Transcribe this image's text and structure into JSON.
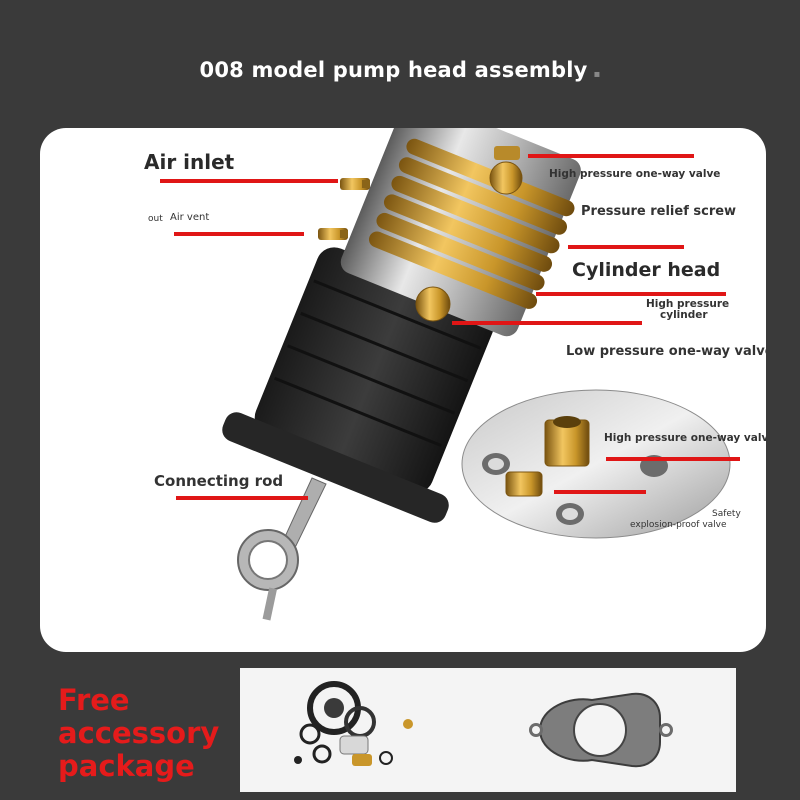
{
  "title": "008 model pump head assembly",
  "labels": {
    "air_inlet": "Air inlet",
    "out_prefix": "out",
    "air_vent": "Air vent",
    "hp_valve_top": "High pressure one-way valve",
    "relief_screw": "Pressure relief screw",
    "cylinder_head": "Cylinder head",
    "hp_cylinder_1": "High pressure",
    "hp_cylinder_2": "cylinder",
    "lp_valve": "Low pressure one-way valve",
    "hp_valve_plate": "High pressure one-way valve",
    "connecting_rod": "Connecting rod",
    "safety_1": "Safety",
    "safety_2": "explosion-proof valve"
  },
  "promo": {
    "line1": "Free",
    "line2": "accessory",
    "line3": "package"
  },
  "colors": {
    "background": "#3a3a3a",
    "accent_red": "#e01616",
    "promo_red": "#e51b1b",
    "brass": "#c9962a"
  }
}
